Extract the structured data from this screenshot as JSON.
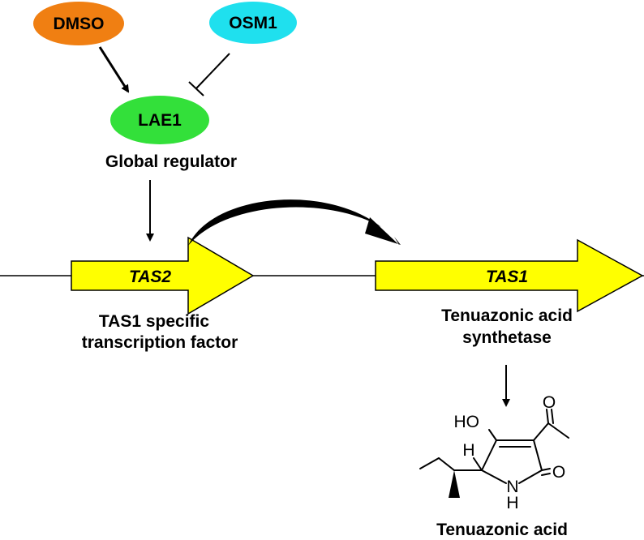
{
  "nodes": {
    "dmso": {
      "label": "DMSO",
      "color": "#f07f12"
    },
    "osm1": {
      "label": "OSM1",
      "color": "#1fe0ee"
    },
    "lae1": {
      "label": "LAE1",
      "color": "#33e03a",
      "caption": "Global regulator"
    }
  },
  "genes": {
    "tas2": {
      "label": "TAS2",
      "caption_line1": "TAS1 specific",
      "caption_line2": "transcription factor"
    },
    "tas1": {
      "label": "TAS1",
      "caption_line1": "Tenuazonic acid",
      "caption_line2": "synthetase"
    }
  },
  "gene_color": "#ffff00",
  "product": {
    "name": "Tenuazonic acid",
    "atoms": {
      "ho": "HO",
      "o_ketone": "O",
      "o_lactam": "O",
      "h_stereo": "H",
      "n": "N",
      "h_n": "H"
    }
  }
}
